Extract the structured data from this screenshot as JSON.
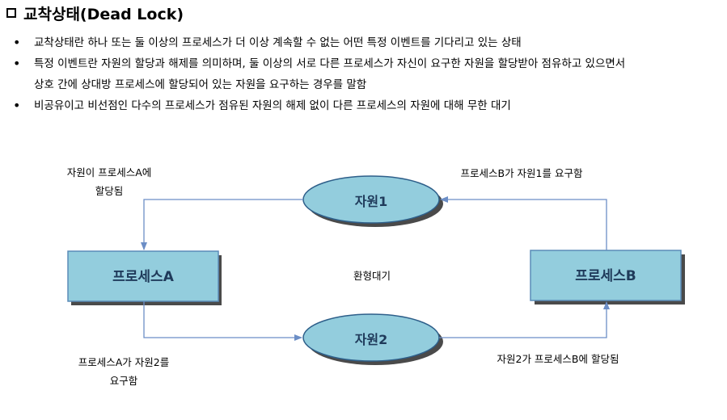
{
  "title": "교착상태(Dead Lock)",
  "bullets": [
    "교착상태란 하나 또는 둘 이상의 프로세스가 더 이상 계속할 수 없는 어떤 특정 이벤트를 기다리고 있는 상태",
    "특정 이벤트란 자원의 할당과 해제를 의미하며, 둘 이상의 서로 다른 프로세스가 자신이 요구한 자원을 할당받아 점유하고 있으면서\n상호 간에 상대방 프로세스에 할당되어 있는 자원을 요구하는 경우를 말함",
    "비공유이고 비선점인 다수의 프로세스가 점유된 자원의 해제 없이 다른 프로세스의 자원에 대해 무한 대기"
  ],
  "diagram": {
    "nodes": {
      "resource1": "자원1",
      "resource2": "자원2",
      "processA": "프로세스A",
      "processB": "프로세스B"
    },
    "labels": {
      "r1_to_A": "자원이 프로세스A에\n할당됨",
      "B_requests_r1": "프로세스B가 자원1를 요구함",
      "circular_wait": "환형대기",
      "A_requests_r2": "프로세스A가 자원2를\n요구함",
      "r2_to_B": "자원2가 프로세스B에 할당됨"
    },
    "colors": {
      "fill": "#93cddd",
      "stroke": "#5b8bb8",
      "shadow": "#4a4a4a",
      "arrow": "#6c8ec6"
    }
  }
}
